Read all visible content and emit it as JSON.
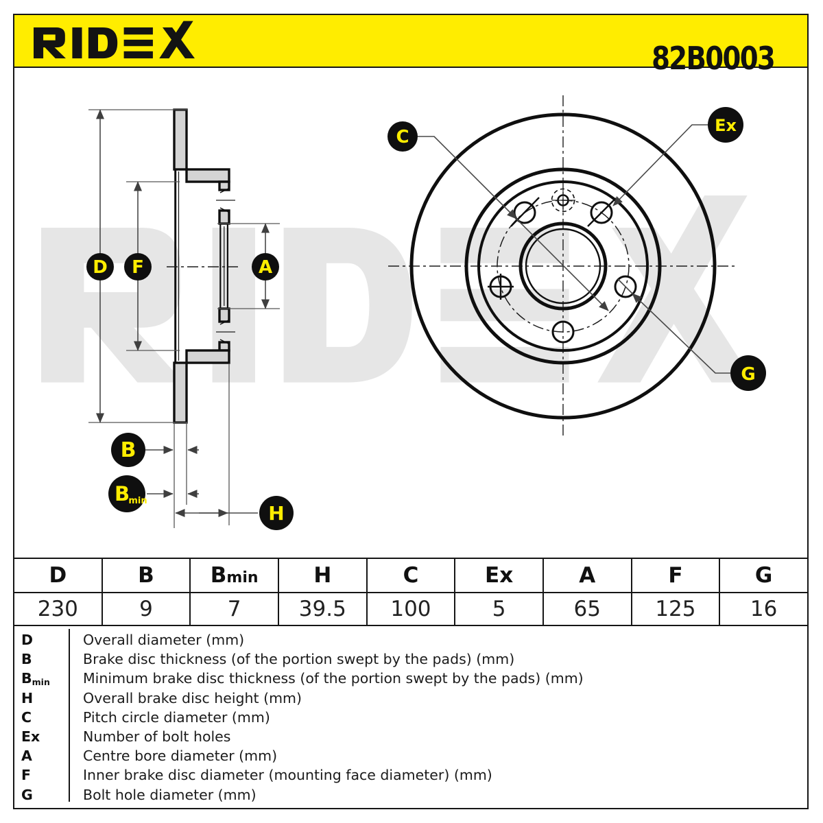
{
  "header": {
    "brand_name": "RIDEX",
    "part_number": "82B0003"
  },
  "watermark": {
    "text": "RIDEX"
  },
  "diagram": {
    "badges": {
      "d": "D",
      "b": "B",
      "bmin_base": "B",
      "bmin_sub": "min",
      "h": "H",
      "c": "C",
      "ex": "Ex",
      "a": "A",
      "f": "F",
      "g": "G"
    },
    "views": {
      "left": "brake disc cross-section with dimensions D, F, A, B, Bmin, H",
      "right": "brake disc front view with pitch circle C, bolt count Ex, bolt hole diameter G, 5 bolt holes and locating hole"
    }
  },
  "table": {
    "headers": [
      {
        "t": "D",
        "s": ""
      },
      {
        "t": "B",
        "s": ""
      },
      {
        "t": "B",
        "s": "min"
      },
      {
        "t": "H",
        "s": ""
      },
      {
        "t": "C",
        "s": ""
      },
      {
        "t": "Ex",
        "s": ""
      },
      {
        "t": "A",
        "s": ""
      },
      {
        "t": "F",
        "s": ""
      },
      {
        "t": "G",
        "s": ""
      }
    ],
    "values": [
      "230",
      "9",
      "7",
      "39.5",
      "100",
      "5",
      "65",
      "125",
      "16"
    ]
  },
  "legend": {
    "rows": [
      {
        "key": "D",
        "sub": "",
        "desc": "Overall diameter (mm)"
      },
      {
        "key": "B",
        "sub": "",
        "desc": "Brake disc thickness (of the portion swept by the pads) (mm)"
      },
      {
        "key": "B",
        "sub": "min",
        "desc": "Minimum brake disc thickness (of the portion swept by the pads) (mm)"
      },
      {
        "key": "H",
        "sub": "",
        "desc": "Overall brake disc height (mm)"
      },
      {
        "key": "C",
        "sub": "",
        "desc": "Pitch circle diameter (mm)"
      },
      {
        "key": "Ex",
        "sub": "",
        "desc": "Number of bolt holes"
      },
      {
        "key": "A",
        "sub": "",
        "desc": "Centre bore diameter (mm)"
      },
      {
        "key": "F",
        "sub": "",
        "desc": "Inner brake disc diameter (mounting face diameter) (mm)"
      },
      {
        "key": "G",
        "sub": "",
        "desc": "Bolt hole diameter (mm)"
      }
    ]
  },
  "colors": {
    "brand_yellow": "#FFED00",
    "drawing_gray_fill": "#D4D4D4",
    "watermark_gray": "#E6E6E6",
    "line_black": "#111111",
    "dimension_gray": "#4A4A4A"
  }
}
